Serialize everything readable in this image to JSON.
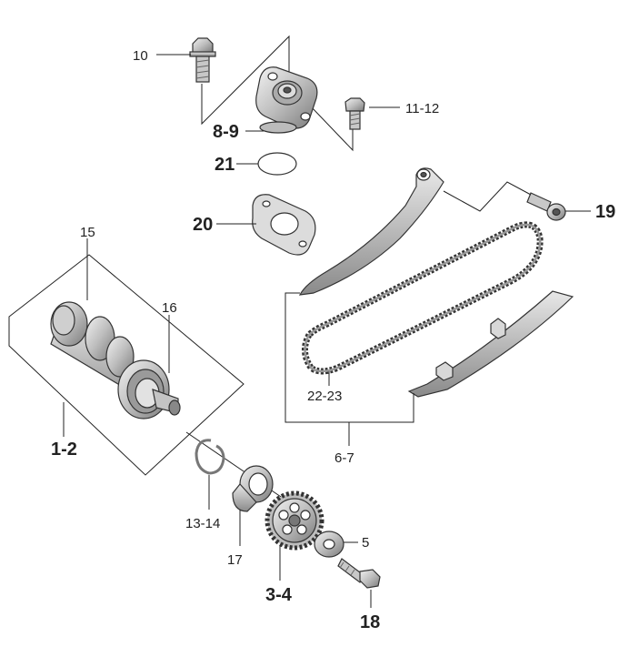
{
  "callouts": [
    {
      "id": "c10",
      "label": "10",
      "size": "sm"
    },
    {
      "id": "c11",
      "label": "11-12",
      "size": "sm"
    },
    {
      "id": "c89",
      "label": "8-9",
      "size": "lg"
    },
    {
      "id": "c21",
      "label": "21",
      "size": "lg"
    },
    {
      "id": "c20",
      "label": "20",
      "size": "lg"
    },
    {
      "id": "c19",
      "label": "19",
      "size": "lg"
    },
    {
      "id": "c15",
      "label": "15",
      "size": "sm"
    },
    {
      "id": "c16",
      "label": "16",
      "size": "sm"
    },
    {
      "id": "c12b",
      "label": "1-2",
      "size": "lg"
    },
    {
      "id": "c2223",
      "label": "22-23",
      "size": "sm"
    },
    {
      "id": "c67",
      "label": "6-7",
      "size": "sm"
    },
    {
      "id": "c1314",
      "label": "13-14",
      "size": "sm"
    },
    {
      "id": "c17",
      "label": "17",
      "size": "sm"
    },
    {
      "id": "c34",
      "label": "3-4",
      "size": "lg"
    },
    {
      "id": "c5",
      "label": "5",
      "size": "sm"
    },
    {
      "id": "c18",
      "label": "18",
      "size": "lg"
    }
  ]
}
